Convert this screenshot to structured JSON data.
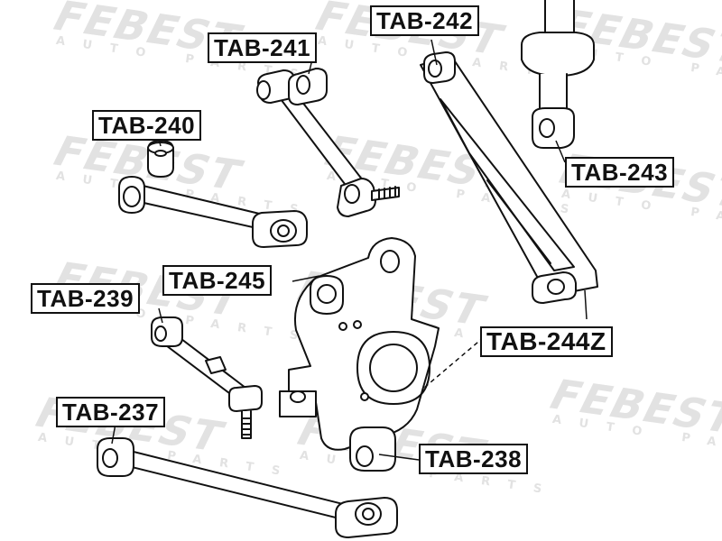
{
  "watermark": {
    "brand": "FEBEST",
    "sub": "AUTO PARTS"
  },
  "labels": {
    "tab_242": "TAB-242",
    "tab_241": "TAB-241",
    "tab_240": "TAB-240",
    "tab_243": "TAB-243",
    "tab_245": "TAB-245",
    "tab_239": "TAB-239",
    "tab_244z": "TAB-244Z",
    "tab_237": "TAB-237",
    "tab_238": "TAB-238"
  }
}
